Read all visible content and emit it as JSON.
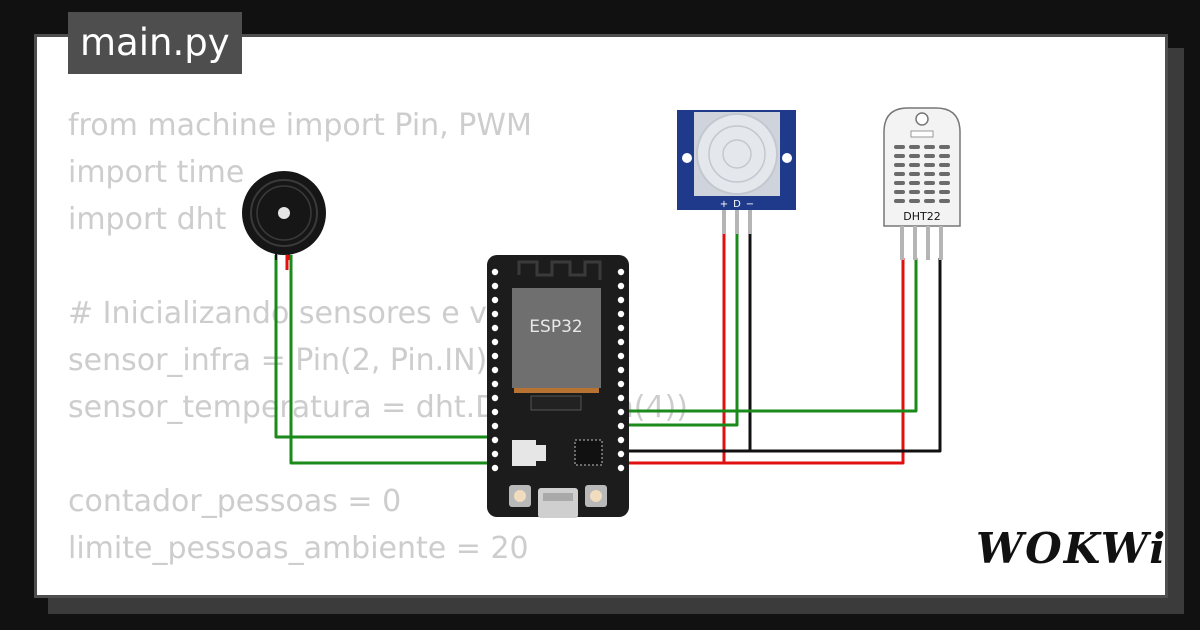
{
  "editor": {
    "filename": "main.py",
    "code_lines": [
      "from machine import Pin, PWM",
      "import time",
      "import dht",
      "",
      "# Inicializando sensores e variáveis",
      "sensor_infra = Pin(2, Pin.IN)",
      "sensor_temperatura = dht.DHT22(Pin(4))",
      "",
      "contador_pessoas = 0",
      "limite_pessoas_ambiente = 20"
    ]
  },
  "diagram": {
    "esp32_label": "ESP32",
    "pir_pin_labels": [
      "+",
      "D",
      "−"
    ],
    "dht_label": "DHT22",
    "colors": {
      "wire_green": "#1a8a1a",
      "wire_red": "#e01010",
      "wire_black": "#111111",
      "board": "#1c1c1c",
      "pir_board": "#1f3a8a"
    }
  },
  "brand": {
    "logo": "WOKWi"
  }
}
